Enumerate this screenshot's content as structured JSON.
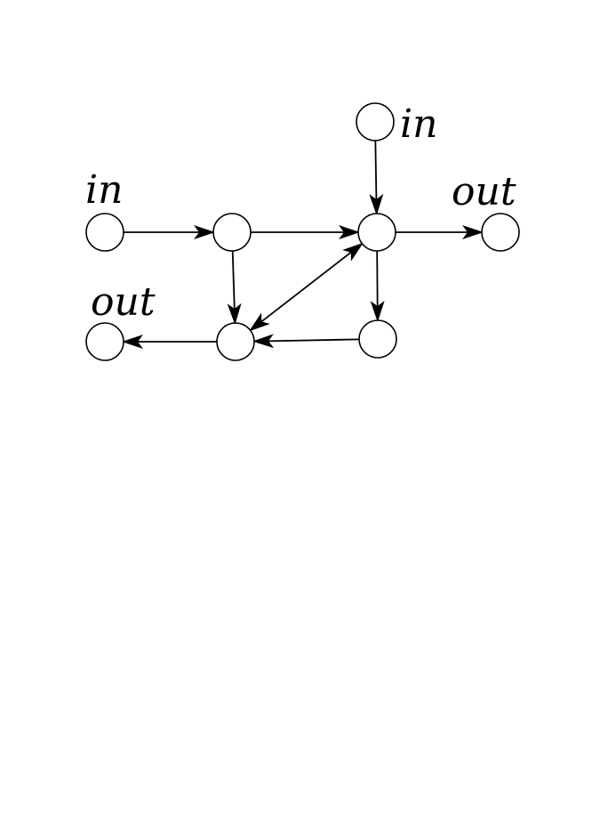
{
  "diagram": {
    "labels": {
      "in_left": "in",
      "in_top": "in",
      "out_right": "out",
      "out_left": "out"
    },
    "nodes": [
      {
        "id": "in-top"
      },
      {
        "id": "in-left"
      },
      {
        "id": "mid-left"
      },
      {
        "id": "hub"
      },
      {
        "id": "out-right"
      },
      {
        "id": "out-left"
      },
      {
        "id": "bottom-mid"
      },
      {
        "id": "bottom-right"
      }
    ],
    "edges": [
      {
        "from": "in-left",
        "to": "mid-left",
        "direction": "forward"
      },
      {
        "from": "mid-left",
        "to": "hub",
        "direction": "forward"
      },
      {
        "from": "in-top",
        "to": "hub",
        "direction": "forward"
      },
      {
        "from": "hub",
        "to": "out-right",
        "direction": "forward"
      },
      {
        "from": "mid-left",
        "to": "bottom-mid",
        "direction": "forward"
      },
      {
        "from": "hub",
        "to": "bottom-right",
        "direction": "forward"
      },
      {
        "from": "bottom-right",
        "to": "bottom-mid",
        "direction": "forward"
      },
      {
        "from": "bottom-mid",
        "to": "out-left",
        "direction": "forward"
      },
      {
        "from": "hub",
        "to": "bottom-mid",
        "direction": "both"
      }
    ],
    "colors": {
      "stroke": "#000000",
      "fill": "#ffffff",
      "background": "#ffffff"
    }
  }
}
